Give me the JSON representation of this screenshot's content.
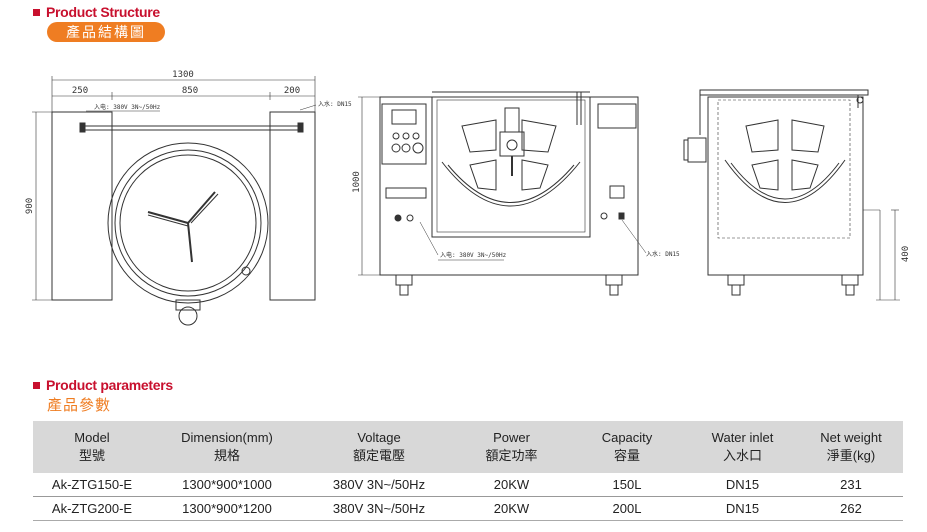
{
  "structure": {
    "title_en": "Product Structure",
    "title_zh": "產品結構圖"
  },
  "drawing": {
    "total_width": "1300",
    "seg_left": "250",
    "seg_mid": "850",
    "seg_right": "200",
    "height_left": "900",
    "height_front": "1000",
    "height_side": "400",
    "power_note": "入电: 380V 3N~/50Hz",
    "water_note": "入水: DN15"
  },
  "params": {
    "title_en": "Product parameters",
    "title_zh": "產品參數",
    "headers": [
      {
        "en": "Model",
        "zh": "型號"
      },
      {
        "en": "Dimension(mm)",
        "zh": "規格"
      },
      {
        "en": "Voltage",
        "zh": "額定電壓"
      },
      {
        "en": "Power",
        "zh": "額定功率"
      },
      {
        "en": "Capacity",
        "zh": "容量"
      },
      {
        "en": "Water inlet",
        "zh": "入水口"
      },
      {
        "en": "Net weight",
        "zh": "淨重(kg)"
      }
    ],
    "rows": [
      [
        "Ak-ZTG150-E",
        "1300*900*1000",
        "380V 3N~/50Hz",
        "20KW",
        "150L",
        "DN15",
        "231"
      ],
      [
        "Ak-ZTG200-E",
        "1300*900*1200",
        "380V 3N~/50Hz",
        "20KW",
        "200L",
        "DN15",
        "262"
      ]
    ]
  }
}
